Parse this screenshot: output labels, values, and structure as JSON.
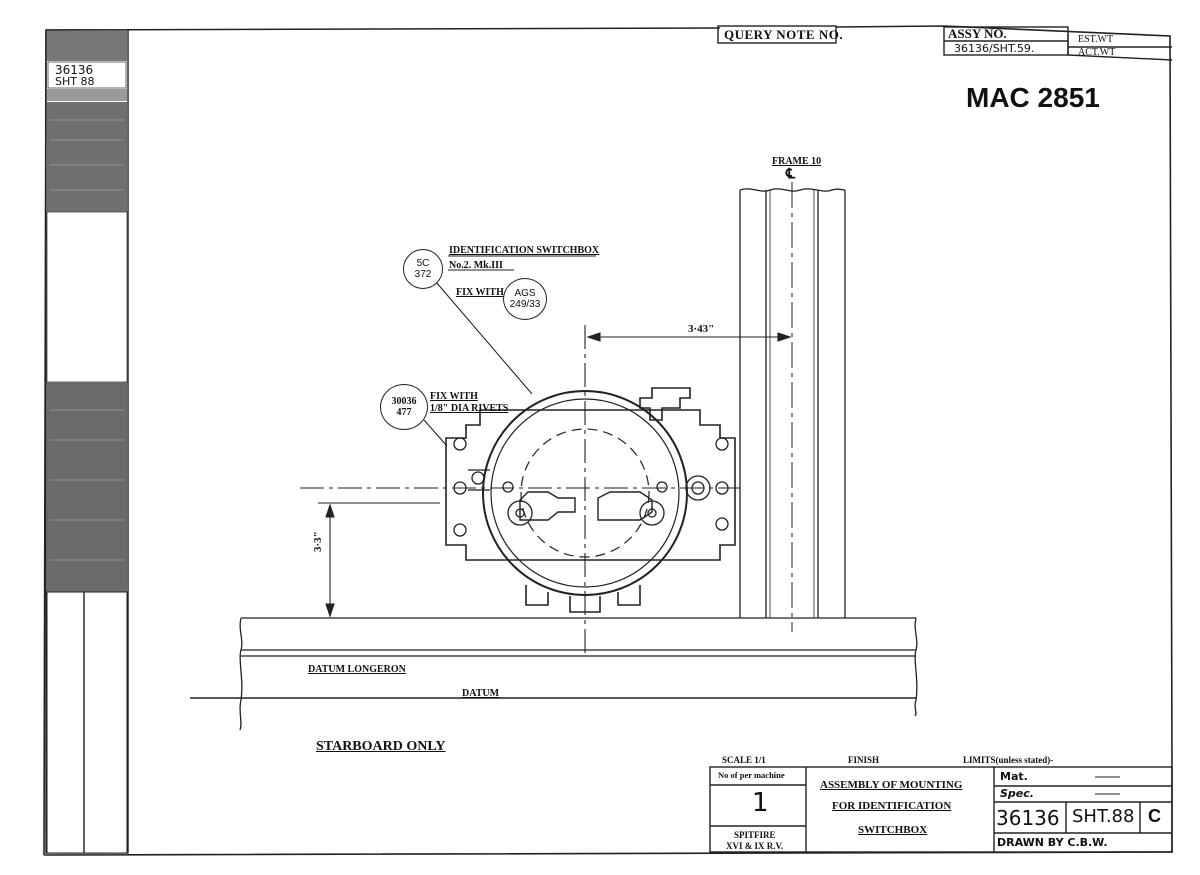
{
  "header": {
    "query_note": "QUERY NOTE NO.",
    "assy_no_label": "ASSY NO.",
    "assy_no_value": "36136/SHT.59.",
    "est_wt": "EST.WT",
    "act_wt": "ACT.WT",
    "mac_number": "MAC 2851"
  },
  "side_strip": {
    "ref_line1": "36136",
    "ref_line2": "SHT 88"
  },
  "drawing": {
    "frame_label": "FRAME 10",
    "centerline_symbol": "℄",
    "callout_identification": "IDENTIFICATION SWITCHBOX",
    "callout_no2": "No.2. Mk.III",
    "callout_fix_with": "FIX WITH",
    "bubble_5c_l1": "5C",
    "bubble_5c_l2": "372",
    "bubble_ags_l1": "AGS",
    "bubble_ags_l2": "249/33",
    "bubble_30036_l1": "30036",
    "bubble_30036_l2": "477",
    "callout_fix_rivets_l1": "FIX WITH",
    "callout_fix_rivets_l2": "1/8\" DIA RIVETS",
    "dim_horizontal": "3·43\"",
    "dim_vertical": "3·3\"",
    "datum_longeron": "DATUM LONGERON",
    "datum": "DATUM",
    "starboard_only": "STARBOARD ONLY"
  },
  "title_block": {
    "scale": "SCALE 1/1",
    "finish": "FINISH",
    "limits": "LIMITS(unless stated)-",
    "per_machine_label": "No of per machine",
    "per_machine_value": "1",
    "title_l1": "ASSEMBLY OF MOUNTING",
    "title_l2": "FOR IDENTIFICATION",
    "title_l3": "SWITCHBOX",
    "aircraft_l1": "SPITFIRE",
    "aircraft_l2": "XVI & IX R.V.",
    "mat_label": "Mat.",
    "spec_label": "Spec.",
    "drawing_number": "36136",
    "sheet": "SHT.88",
    "revision": "C",
    "drawn_by": "DRAWN BY C.B.W."
  }
}
